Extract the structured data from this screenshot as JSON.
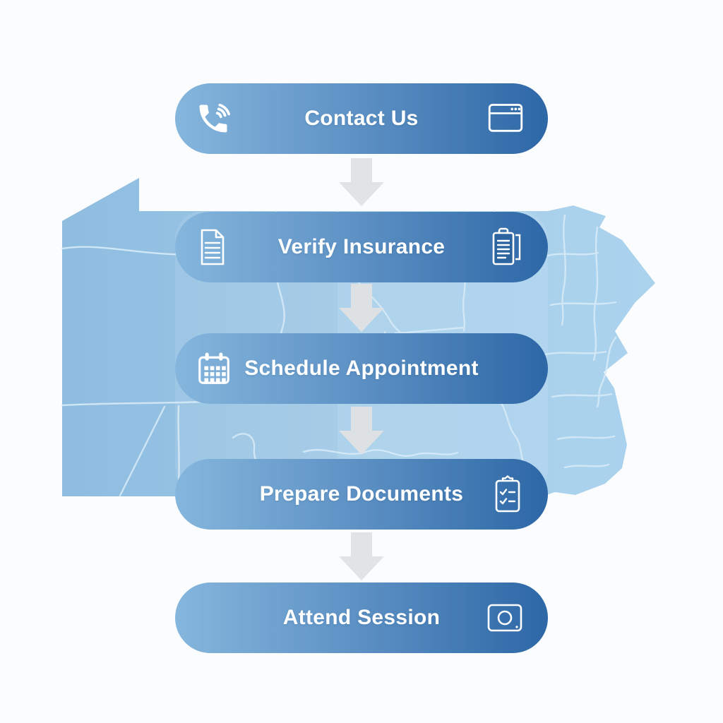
{
  "diagram": {
    "type": "vertical-process-flow",
    "background": "stylized state/county map (Pennsylvania-like outline with county and state boundary lines)",
    "connector": "down-arrow"
  },
  "flow": {
    "steps": [
      {
        "label": "Contact Us",
        "left_icon": "phone-icon",
        "right_icon": "browser-window-icon"
      },
      {
        "label": "Verify Insurance",
        "left_icon": "document-icon",
        "right_icon": "clipboard-icon"
      },
      {
        "label": "Schedule Appointment",
        "left_icon": "calendar-icon",
        "right_icon": null
      },
      {
        "label": "Prepare Documents",
        "left_icon": null,
        "right_icon": "checklist-clipboard-icon"
      },
      {
        "label": "Attend Session",
        "left_icon": null,
        "right_icon": "camera-icon"
      }
    ]
  },
  "colors": {
    "canvas_background": "#fbfcfd",
    "pill_gradient_start": "#85b6dd",
    "pill_gradient_end": "#2d67a6",
    "pill_text": "#ffffff",
    "map_fill": "#a6cee9",
    "map_fill_dark": "#8fbede",
    "map_boundary_line": "#d6eaf7",
    "arrow": "#e0e2e3"
  }
}
